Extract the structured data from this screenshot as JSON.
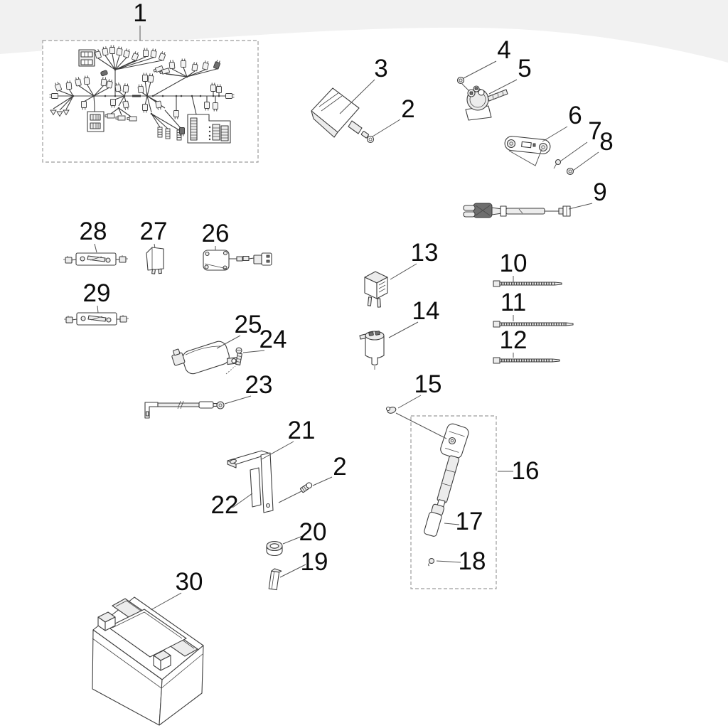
{
  "diagram": {
    "type": "exploded-parts-diagram",
    "subject": "vehicle electrical system parts",
    "colors": {
      "background": "#ffffff",
      "swoosh": "#f1f1f1",
      "line": "#3d3d3d",
      "label": "#0c0c0c",
      "dashed_box": "#9c9c9c"
    },
    "callouts": {
      "c1": {
        "label": "1"
      },
      "c2a": {
        "label": "2"
      },
      "c2b": {
        "label": "2"
      },
      "c3": {
        "label": "3"
      },
      "c4": {
        "label": "4"
      },
      "c5": {
        "label": "5"
      },
      "c6": {
        "label": "6"
      },
      "c7": {
        "label": "7"
      },
      "c8": {
        "label": "8"
      },
      "c9": {
        "label": "9"
      },
      "c10": {
        "label": "10"
      },
      "c11": {
        "label": "11"
      },
      "c12": {
        "label": "12"
      },
      "c13": {
        "label": "13"
      },
      "c14": {
        "label": "14"
      },
      "c15": {
        "label": "15"
      },
      "c16": {
        "label": "16"
      },
      "c17": {
        "label": "17"
      },
      "c18": {
        "label": "18"
      },
      "c19": {
        "label": "19"
      },
      "c20": {
        "label": "20"
      },
      "c21": {
        "label": "21"
      },
      "c22": {
        "label": "22"
      },
      "c23": {
        "label": "23"
      },
      "c24": {
        "label": "24"
      },
      "c25": {
        "label": "25"
      },
      "c26": {
        "label": "26"
      },
      "c27": {
        "label": "27"
      },
      "c28": {
        "label": "28"
      },
      "c29": {
        "label": "29"
      },
      "c30": {
        "label": "30"
      }
    }
  }
}
